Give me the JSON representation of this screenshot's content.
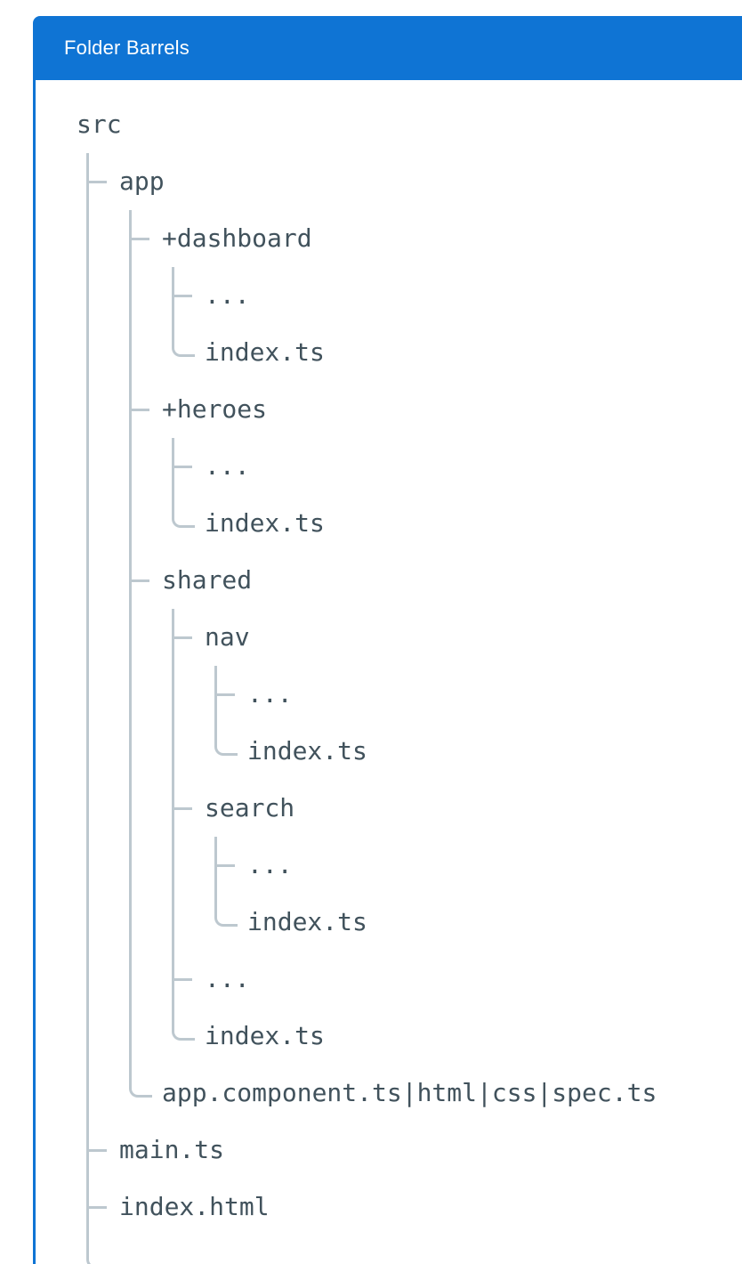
{
  "card": {
    "title": "Folder Barrels"
  },
  "colors": {
    "header_bg": "#0f74d4",
    "accent_border": "#0f74d4",
    "tree_line": "#bdc8cf",
    "tree_text": "#41525c",
    "title_text": "#ffffff"
  },
  "tree": {
    "label": "src",
    "children": [
      {
        "label": "app",
        "children": [
          {
            "label": "+dashboard",
            "children": [
              {
                "label": "..."
              },
              {
                "label": "index.ts"
              }
            ]
          },
          {
            "label": "+heroes",
            "children": [
              {
                "label": "..."
              },
              {
                "label": "index.ts"
              }
            ]
          },
          {
            "label": "shared",
            "children": [
              {
                "label": "nav",
                "children": [
                  {
                    "label": "..."
                  },
                  {
                    "label": "index.ts"
                  }
                ]
              },
              {
                "label": "search",
                "children": [
                  {
                    "label": "..."
                  },
                  {
                    "label": "index.ts"
                  }
                ]
              },
              {
                "label": "..."
              },
              {
                "label": "index.ts"
              }
            ]
          },
          {
            "label": "app.component.ts|html|css|spec.ts"
          }
        ]
      },
      {
        "label": "main.ts"
      },
      {
        "label": "index.html"
      },
      {
        "label": "",
        "cutoff": true
      }
    ]
  }
}
